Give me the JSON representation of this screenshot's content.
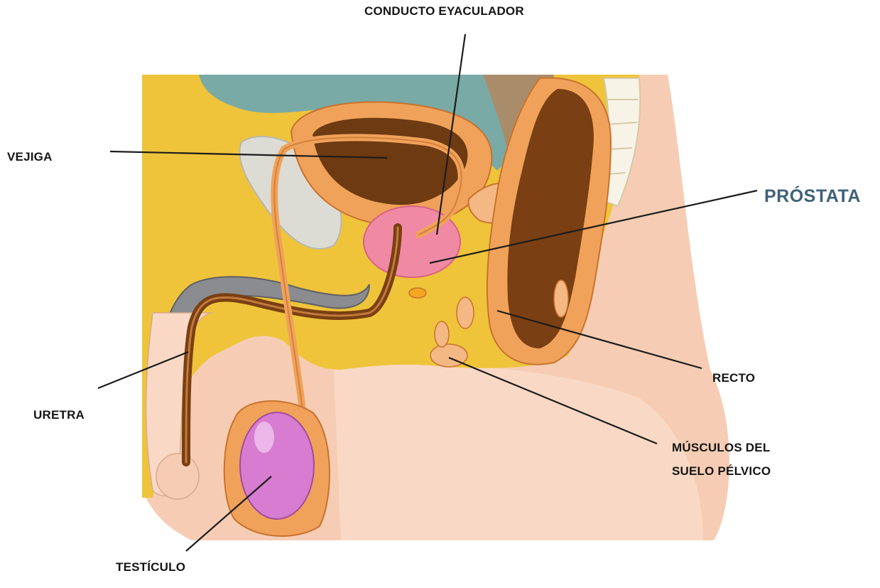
{
  "labels": {
    "conducto_eyaculador": "CONDUCTO EYACULADOR",
    "vejiga": "VEJIGA",
    "prostata": "PRÓSTATA",
    "uretra": "URETRA",
    "recto": "RECTO",
    "musculos_line1": "MÚSCULOS DEL",
    "musculos_line2": "SUELO PÉLVICO",
    "testiculo": "TESTÍCULO"
  },
  "colors": {
    "prostata_accent": "#3f6277",
    "prostate": "#f08aa4",
    "testicle": "#d77cd0",
    "fat_yellow": "#efc43a",
    "skin": "#f6cdb4",
    "bladder_dark": "#6e3a12",
    "tissue_orange": "#f0a25a",
    "pubic_bone": "#dcdcd4",
    "penile_gray": "#8a8c90",
    "teal_area": "#79aaa6"
  }
}
